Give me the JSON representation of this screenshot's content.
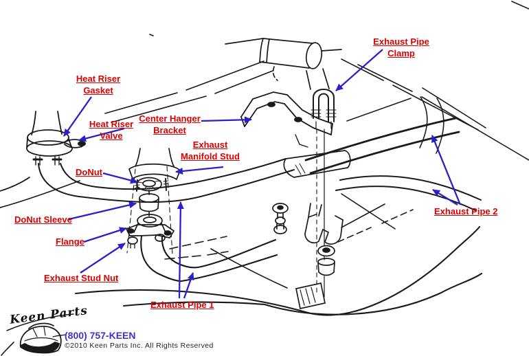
{
  "colors": {
    "label": "#DE0000",
    "arrow": "#2A1FC8",
    "phone": "#4030CF",
    "ink": "#1A1A1A",
    "background": "#FFFFFF"
  },
  "callouts": {
    "heat_riser_gasket": {
      "line1": "Heat Riser",
      "line2": "Gasket"
    },
    "heat_riser_valve": {
      "line1": "Heat Riser",
      "line2": "Valve"
    },
    "center_hanger_bracket": {
      "line1": "Center Hanger",
      "line2": "Bracket"
    },
    "exhaust_manifold_stud": {
      "line1": "Exhaust",
      "line2": "Manifold Stud"
    },
    "donut": {
      "line1": "DoNut"
    },
    "exhaust_pipe_clamp": {
      "line1": "Exhaust Pipe",
      "line2": "Clamp"
    },
    "donut_sleeve": {
      "line1": "DoNut Sleeve"
    },
    "flange": {
      "line1": "Flange"
    },
    "exhaust_stud_nut": {
      "line1": "Exhaust Stud Nut"
    },
    "exhaust_pipe_1": {
      "line1": "Exhaust Pipe 1"
    },
    "exhaust_pipe_2": {
      "line1": "Exhaust Pipe 2"
    }
  },
  "footer": {
    "brand": "Keen Parts",
    "phone": "(800) 757-KEEN",
    "copyright": "©2010 Keen Parts Inc. All Rights Reserved"
  }
}
